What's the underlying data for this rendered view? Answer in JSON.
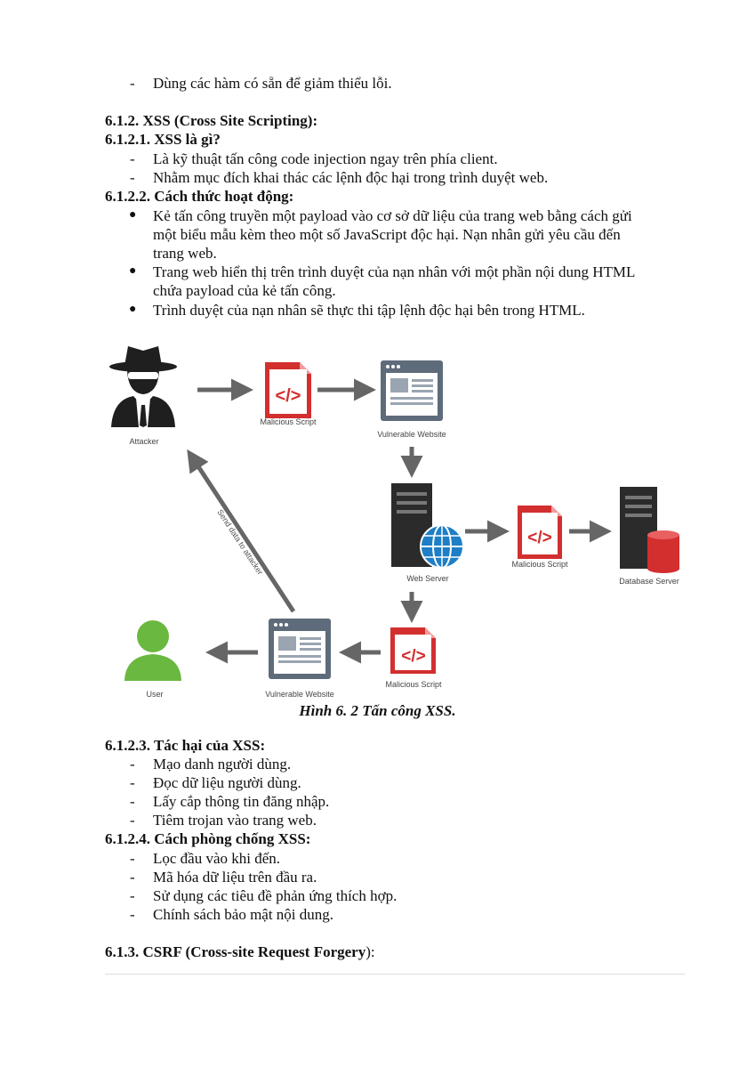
{
  "intro_item": "Dùng các hàm có sẵn để giảm thiểu lỗi.",
  "s612": {
    "title": "6.1.2. XSS (Cross Site Scripting):",
    "s1": {
      "title": "6.1.2.1. XSS là gì?",
      "items": [
        "Là kỹ thuật tấn công code injection ngay trên phía client.",
        "Nhằm mục đích khai thác các lệnh độc hại trong trình duyệt web."
      ]
    },
    "s2": {
      "title": "6.1.2.2. Cách thức hoạt động:",
      "b1": [
        "Kẻ tấn công truyền một payload vào cơ sở dữ liệu của trang web bằng cách gửi",
        "một biểu mẫu kèm theo một số JavaScript độc hại. Nạn nhân gửi yêu cầu đến",
        "trang web."
      ],
      "b2": [
        "Trang web hiển thị trên trình duyệt của nạn nhân với một phần nội dung HTML",
        "chứa payload của kẻ tấn công."
      ],
      "b3": "Trình duyệt của nạn nhân sẽ thực thi tập lệnh độc hại bên trong HTML."
    }
  },
  "diagram": {
    "attacker": "Attacker",
    "malicious_script": "Malicious Script",
    "vulnerable_website": "Vulnerable Website",
    "web_server": "Web Server",
    "database_server": "Database Server",
    "user": "User",
    "send_data": "Send data to attacker",
    "code_glyph": "</>",
    "colors": {
      "red": "#d32f2f",
      "dark": "#2b2b2b",
      "slate": "#5e6b7a",
      "green": "#6ab840",
      "globe": "#1e7fc6",
      "arrow": "#666666"
    }
  },
  "caption": "Hình 6. 2 Tấn công XSS.",
  "s3": {
    "title": "6.1.2.3. Tác hại của XSS:",
    "items": [
      "Mạo danh người dùng.",
      "Đọc dữ liệu người dùng.",
      "Lấy cắp thông tin đăng nhập.",
      "Tiêm trojan vào trang web."
    ]
  },
  "s4": {
    "title": "6.1.2.4. Cách phòng chống XSS:",
    "items": [
      "Lọc đầu vào khi đến.",
      "Mã hóa dữ liệu trên đầu ra.",
      "Sử dụng các tiêu đề phản ứng thích hợp.",
      "Chính sách bảo mật nội dung."
    ]
  },
  "s613": {
    "num": "6.1.3. CSRF (",
    "name": "Cross-site Request Forgery",
    "end": "):"
  }
}
